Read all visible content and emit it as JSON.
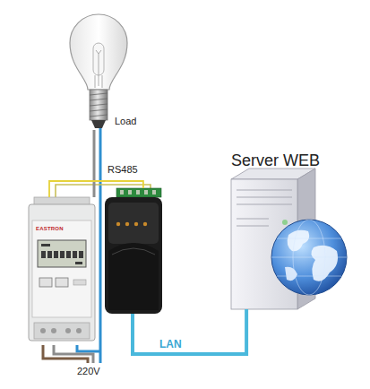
{
  "diagram": {
    "nodes": [
      {
        "text": [
          "Load"
        ]
      },
      {
        "text": [
          "EASTRON"
        ]
      },
      {
        "text": [
          "RS485"
        ]
      },
      {
        "text": [
          "Server WEB"
        ]
      }
    ],
    "edges": [
      {
        "from": 0,
        "to": 1,
        "arrow": "none"
      },
      {
        "from": 1,
        "to": 2,
        "arrow": "none"
      },
      {
        "from": 2,
        "to": 3,
        "label": "LAN",
        "arrow": "none"
      }
    ],
    "labels": [
      "220V"
    ]
  }
}
